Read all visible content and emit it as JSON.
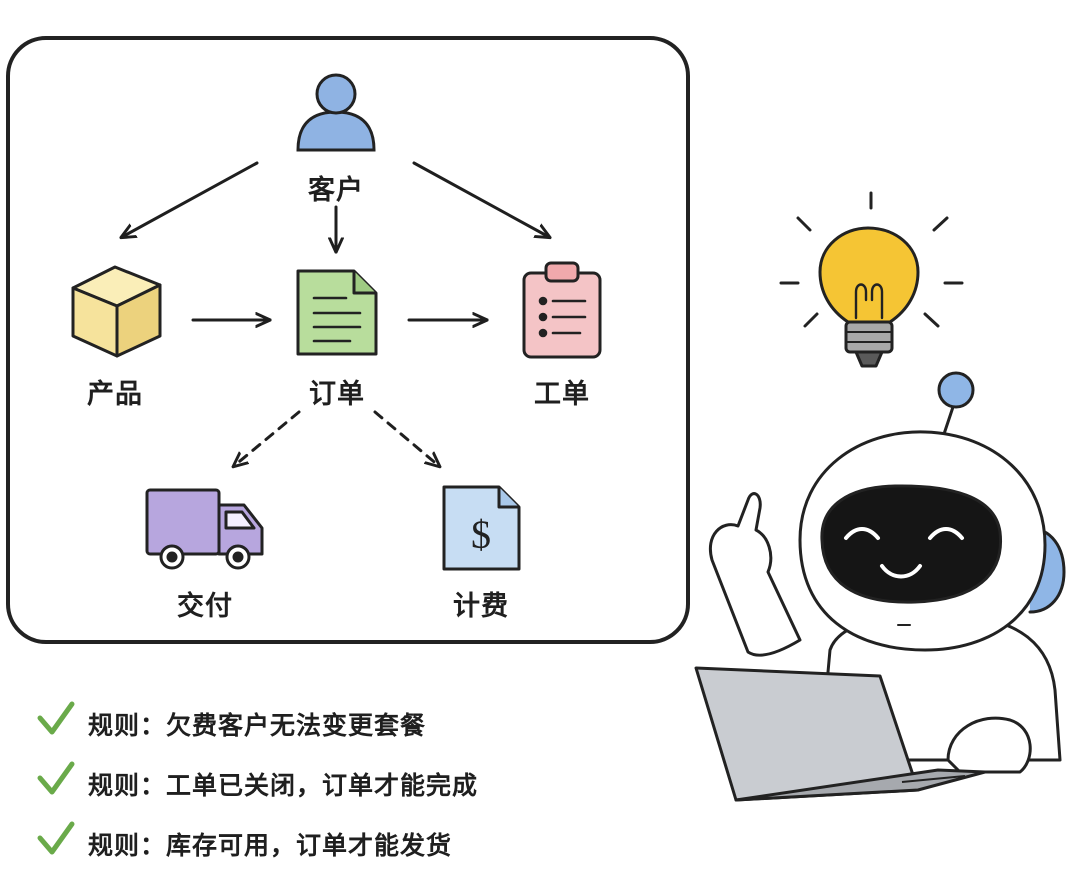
{
  "diagram": {
    "nodes": {
      "customer": "客户",
      "product": "产品",
      "order": "订单",
      "ticket": "工单",
      "delivery": "交付",
      "billing": "计费"
    },
    "billing_symbol": "$",
    "edges": [
      {
        "from": "客户",
        "to": "产品",
        "style": "solid"
      },
      {
        "from": "客户",
        "to": "订单",
        "style": "solid"
      },
      {
        "from": "客户",
        "to": "工单",
        "style": "solid"
      },
      {
        "from": "产品",
        "to": "订单",
        "style": "solid"
      },
      {
        "from": "订单",
        "to": "工单",
        "style": "solid"
      },
      {
        "from": "订单",
        "to": "交付",
        "style": "dashed"
      },
      {
        "from": "订单",
        "to": "计费",
        "style": "dashed"
      }
    ]
  },
  "rules": [
    "规则：欠费客户无法变更套餐",
    "规则：工单已关闭，订单才能完成",
    "规则：库存可用，订单才能发货"
  ],
  "colors": {
    "customer": "#8fb3e3",
    "product": "#f6e39c",
    "order": "#b8dd9c",
    "ticket": "#f4c4c6",
    "delivery": "#b7a6de",
    "billing": "#c7ddf3",
    "bulb": "#f5c534",
    "robot_accent": "#8fb6e6",
    "check": "#6aaa4a"
  },
  "icons": [
    "person-icon",
    "box-icon",
    "document-icon",
    "clipboard-icon",
    "truck-icon",
    "invoice-icon",
    "lightbulb-icon",
    "robot-illustration",
    "laptop-icon",
    "check-icon"
  ]
}
